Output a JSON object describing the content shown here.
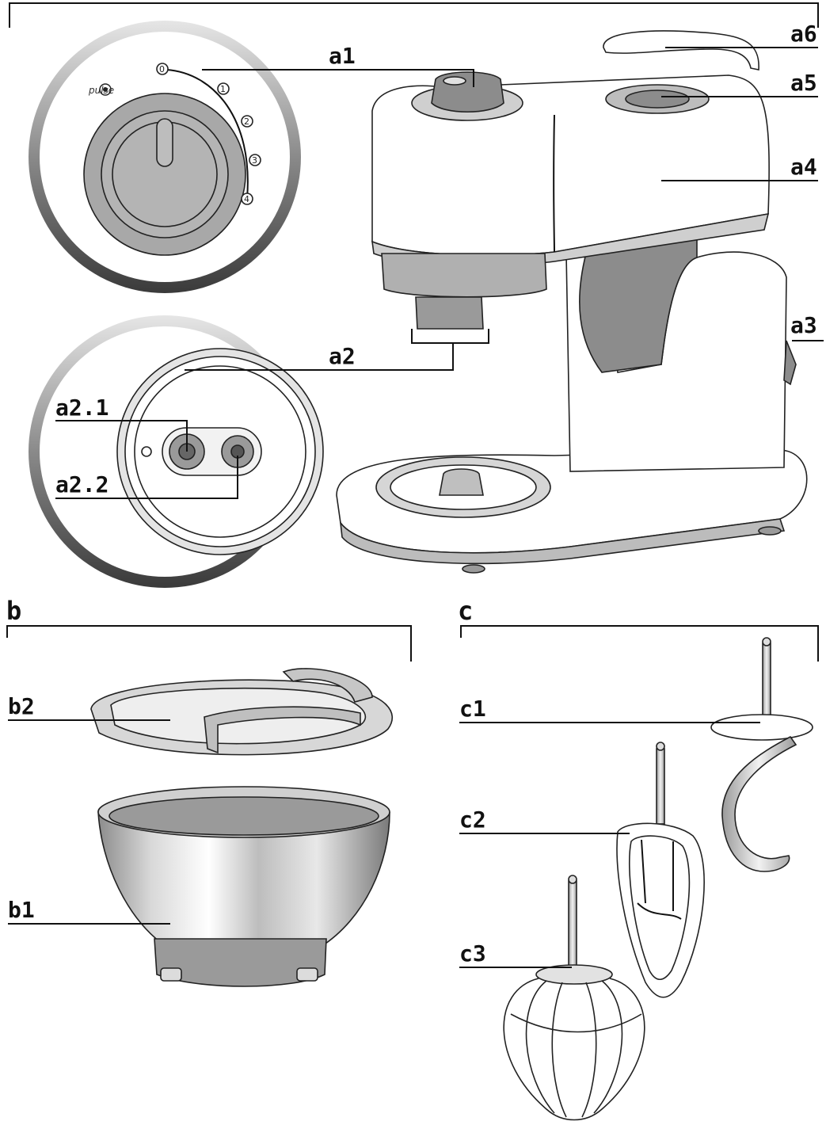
{
  "sections": {
    "b": "b",
    "c": "c"
  },
  "labels": {
    "a1": "a1",
    "a2": "a2",
    "a2_1": "a2.1",
    "a2_2": "a2.2",
    "a3": "a3",
    "a4": "a4",
    "a5": "a5",
    "a6": "a6",
    "b1": "b1",
    "b2": "b2",
    "c1": "c1",
    "c2": "c2",
    "c3": "c3"
  },
  "dial": {
    "pulse": "pulse",
    "speeds": [
      "0",
      "1",
      "2",
      "3",
      "4"
    ]
  },
  "colors": {
    "ink": "#222222",
    "body_white": "#ffffff",
    "body_gray": "#8c8c8c",
    "light_gray": "#c8c8c8"
  }
}
